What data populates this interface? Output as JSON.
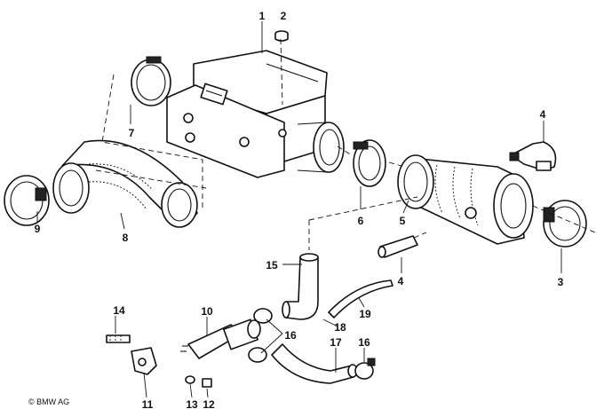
{
  "copyright": "© BMW AG",
  "callouts": [
    "1",
    "2",
    "3",
    "4",
    "4",
    "5",
    "6",
    "7",
    "8",
    "9",
    "10",
    "11",
    "12",
    "13",
    "14",
    "15",
    "16",
    "16",
    "17",
    "18",
    "19"
  ]
}
